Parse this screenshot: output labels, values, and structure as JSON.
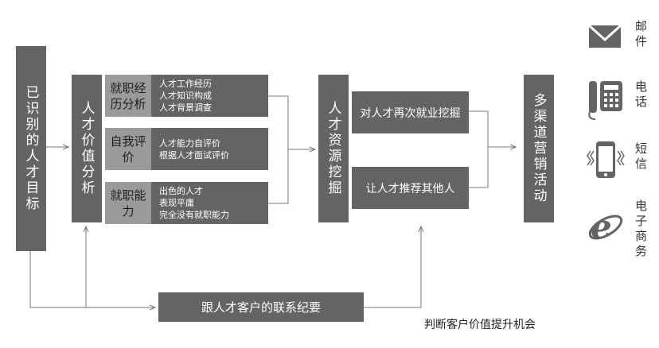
{
  "identified_target": "已识别的人才目标",
  "value_analysis": {
    "title": "人才价值分析",
    "rows": [
      {
        "label": "就职经历分析",
        "items": [
          "人才工作经历",
          "人才知识构成",
          "人才背景调查"
        ]
      },
      {
        "label": "自我评价",
        "items": [
          "人才能力自评价",
          "根据人才面试评价"
        ]
      },
      {
        "label": "就职能力",
        "items": [
          "出色的人才",
          "表现平庸",
          "完全没有就职能力"
        ]
      }
    ]
  },
  "mining": {
    "title": "人才资源挖掘",
    "items": [
      "对人才再次就业挖掘",
      "让人才推荐其他人"
    ]
  },
  "marketing": "多渠道营销活动",
  "channels": [
    {
      "icon": "mail-icon",
      "label": "邮件"
    },
    {
      "icon": "phone-icon",
      "label": "电话"
    },
    {
      "icon": "smartphone-icon",
      "label": "短信"
    },
    {
      "icon": "ie-icon",
      "label": "电子商务"
    }
  ],
  "contact_log": "跟人才客户的联系纪要",
  "caption": "判断客户价值提升机会"
}
